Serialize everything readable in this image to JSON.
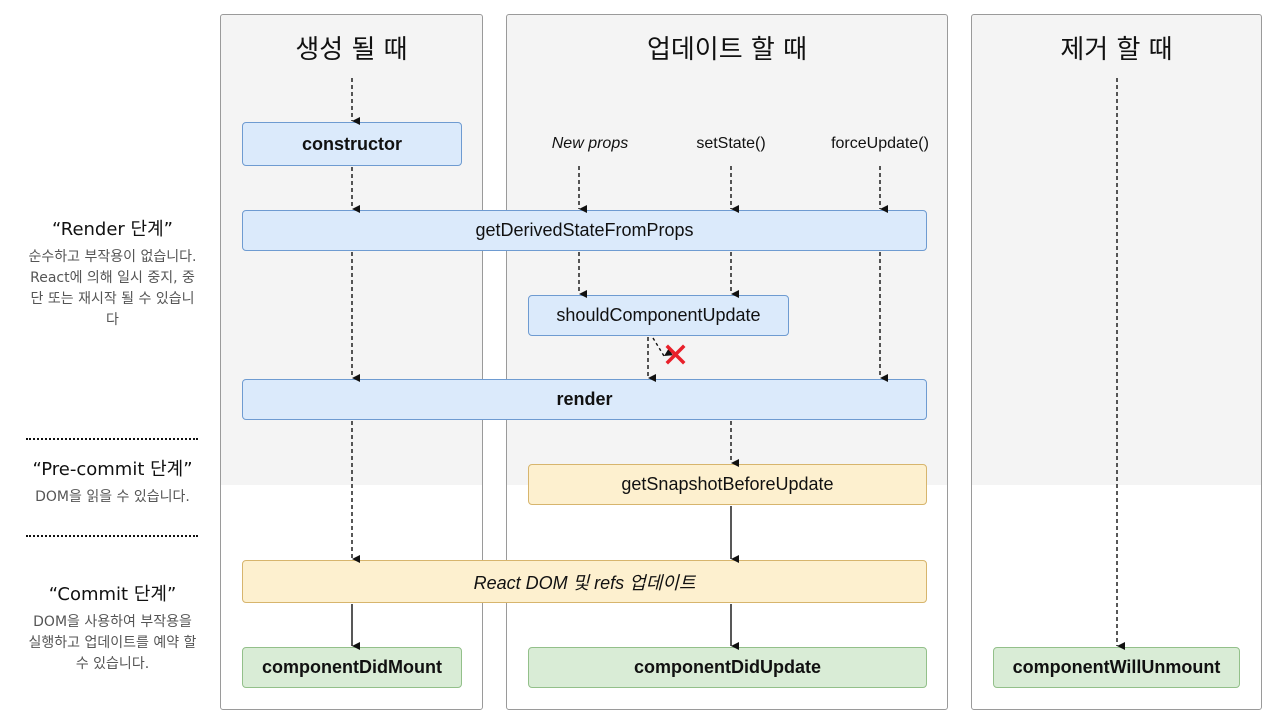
{
  "columns": {
    "mounting": "생성 될 때",
    "updating": "업데이트 할 때",
    "unmounting": "제거 할 때"
  },
  "triggers": {
    "new_props": "New props",
    "set_state": "setState()",
    "force_update": "forceUpdate()"
  },
  "nodes": {
    "constructor": "constructor",
    "get_derived": "getDerivedStateFromProps",
    "should_update": "shouldComponentUpdate",
    "render": "render",
    "get_snapshot": "getSnapshotBeforeUpdate",
    "react_dom": "React DOM 및 refs 업데이트",
    "did_mount": "componentDidMount",
    "did_update": "componentDidUpdate",
    "will_unmount": "componentWillUnmount"
  },
  "phases": {
    "render": {
      "title": "“Render 단계”",
      "desc": "순수하고 부작용이 없습니다. React에 의해 일시 중지, 중단 또는 재시작 될 수 있습니다"
    },
    "precommit": {
      "title": "“Pre-commit 단계”",
      "desc": "DOM을 읽을 수 있습니다."
    },
    "commit": {
      "title": "“Commit 단계”",
      "desc": "DOM을 사용하여 부작용을 실행하고 업데이트를 예약 할 수 있습니다."
    }
  },
  "colors": {
    "render_phase": "#dbeafb",
    "precommit_phase": "#fdf0cf",
    "commit_phase": "#d9ecd6",
    "cancel_mark": "#e8202a"
  },
  "icons": {
    "cancel": "x-mark-icon"
  }
}
